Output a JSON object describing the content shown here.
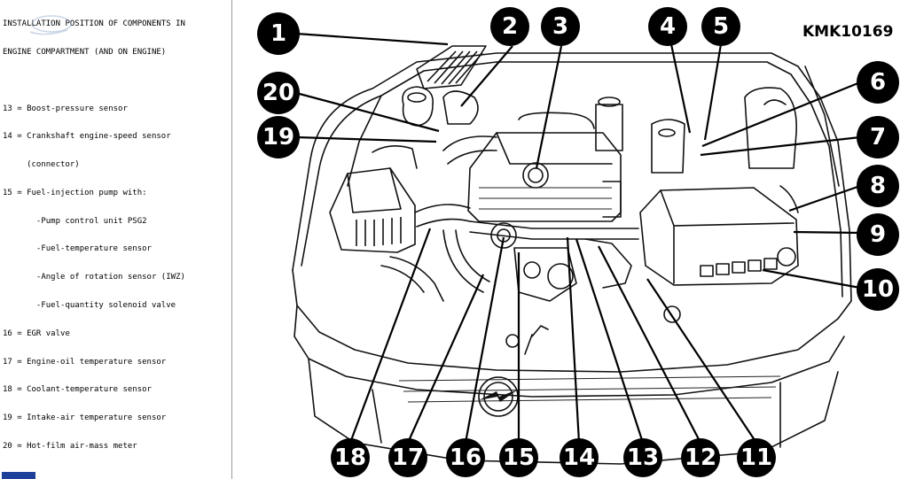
{
  "legend": {
    "heading": [
      "INSTALLATION POSITION OF COMPONENTS IN",
      "ENGINE COMPARTMENT (AND ON ENGINE)"
    ],
    "entries": [
      "13 = Boost-pressure sensor",
      "14 = Crankshaft engine-speed sensor",
      "     (connector)",
      "15 = Fuel-injection pump with:",
      "       -Pump control unit PSG2",
      "       -Fuel-temperature sensor",
      "       -Angle of rotation sensor (IWZ)",
      "       -Fuel-quantity solenoid valve",
      "16 = EGR valve",
      "17 = Engine-oil temperature sensor",
      "18 = Coolant-temperature sensor",
      "19 = Intake-air temperature sensor",
      "20 = Hot-film air-mass meter"
    ]
  },
  "diagram": {
    "reference_code": "KMK10169",
    "callouts": [
      "1",
      "2",
      "3",
      "4",
      "5",
      "6",
      "7",
      "8",
      "9",
      "10",
      "11",
      "12",
      "13",
      "14",
      "15",
      "16",
      "17",
      "18",
      "19",
      "20"
    ]
  },
  "colors": {
    "callout_fill": "#000000",
    "callout_text": "#ffffff",
    "corner_mark": "#1d3f9a"
  }
}
